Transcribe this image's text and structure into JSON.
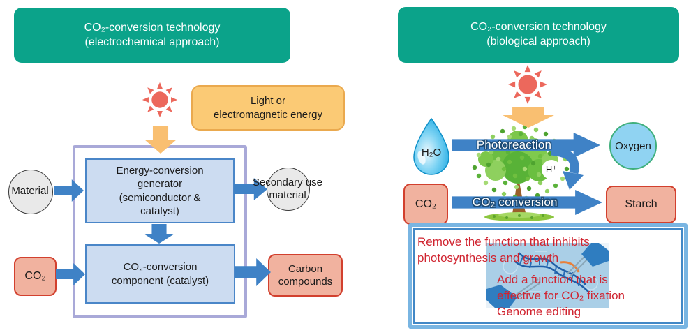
{
  "left": {
    "header": {
      "lines": [
        "CO₂-conversion technology",
        "(electrochemical approach)"
      ]
    },
    "energy_source": {
      "lines": [
        "Light or",
        "electromagnetic energy"
      ]
    },
    "generator": {
      "lines": [
        "Energy-conversion",
        "generator",
        "(semiconductor &",
        "catalyst)"
      ]
    },
    "material": "Material",
    "secondary": {
      "lines": [
        "Secondary use",
        "material"
      ]
    },
    "co2": "CO₂",
    "converter": {
      "lines": [
        "CO₂-conversion",
        "component (catalyst)"
      ]
    },
    "carbon": {
      "lines": [
        "Carbon",
        "compounds"
      ]
    }
  },
  "right": {
    "header": {
      "lines": [
        "CO₂-conversion technology",
        "(biological approach)"
      ]
    },
    "h2o": "H₂O",
    "photoreaction": "Photoreaction",
    "oxygen": "Oxygen",
    "h_plus": "H⁺",
    "co2": "CO₂",
    "co2_conversion": "CO₂ conversion",
    "starch": "Starch",
    "genome_notes": {
      "note1": {
        "lines": [
          "Remove the function that inhibits",
          "photosynthesis and growth"
        ]
      },
      "note2": {
        "lines": [
          "Add a function that is",
          "effective for CO₂ fixation"
        ]
      },
      "note3": "Genome editing"
    }
  },
  "icons": {
    "sun": "sun-icon",
    "down_arrow": "down-arrow-icon",
    "right_arrow": "right-arrow-icon",
    "water_drop": "water-drop-icon",
    "tree": "tree-icon",
    "dna_editing": "dna-editing-illustration"
  },
  "colors": {
    "teal_header": "#0ba38a",
    "orange_box": "#fbca75",
    "orange_arrow": "#f9bf71",
    "sun_coral": "#ec685c",
    "blue_arrow": "#3f82c6",
    "light_blue_box": "#ccdcf1",
    "blue_box_border": "#4a86c8",
    "purple_frame": "#a9a9d8",
    "salmon_box": "#f1b29f",
    "red_border": "#d2402e",
    "red_text": "#d02430",
    "oxygen_fill": "#90d3f2",
    "oxygen_border": "#3faf7c"
  }
}
